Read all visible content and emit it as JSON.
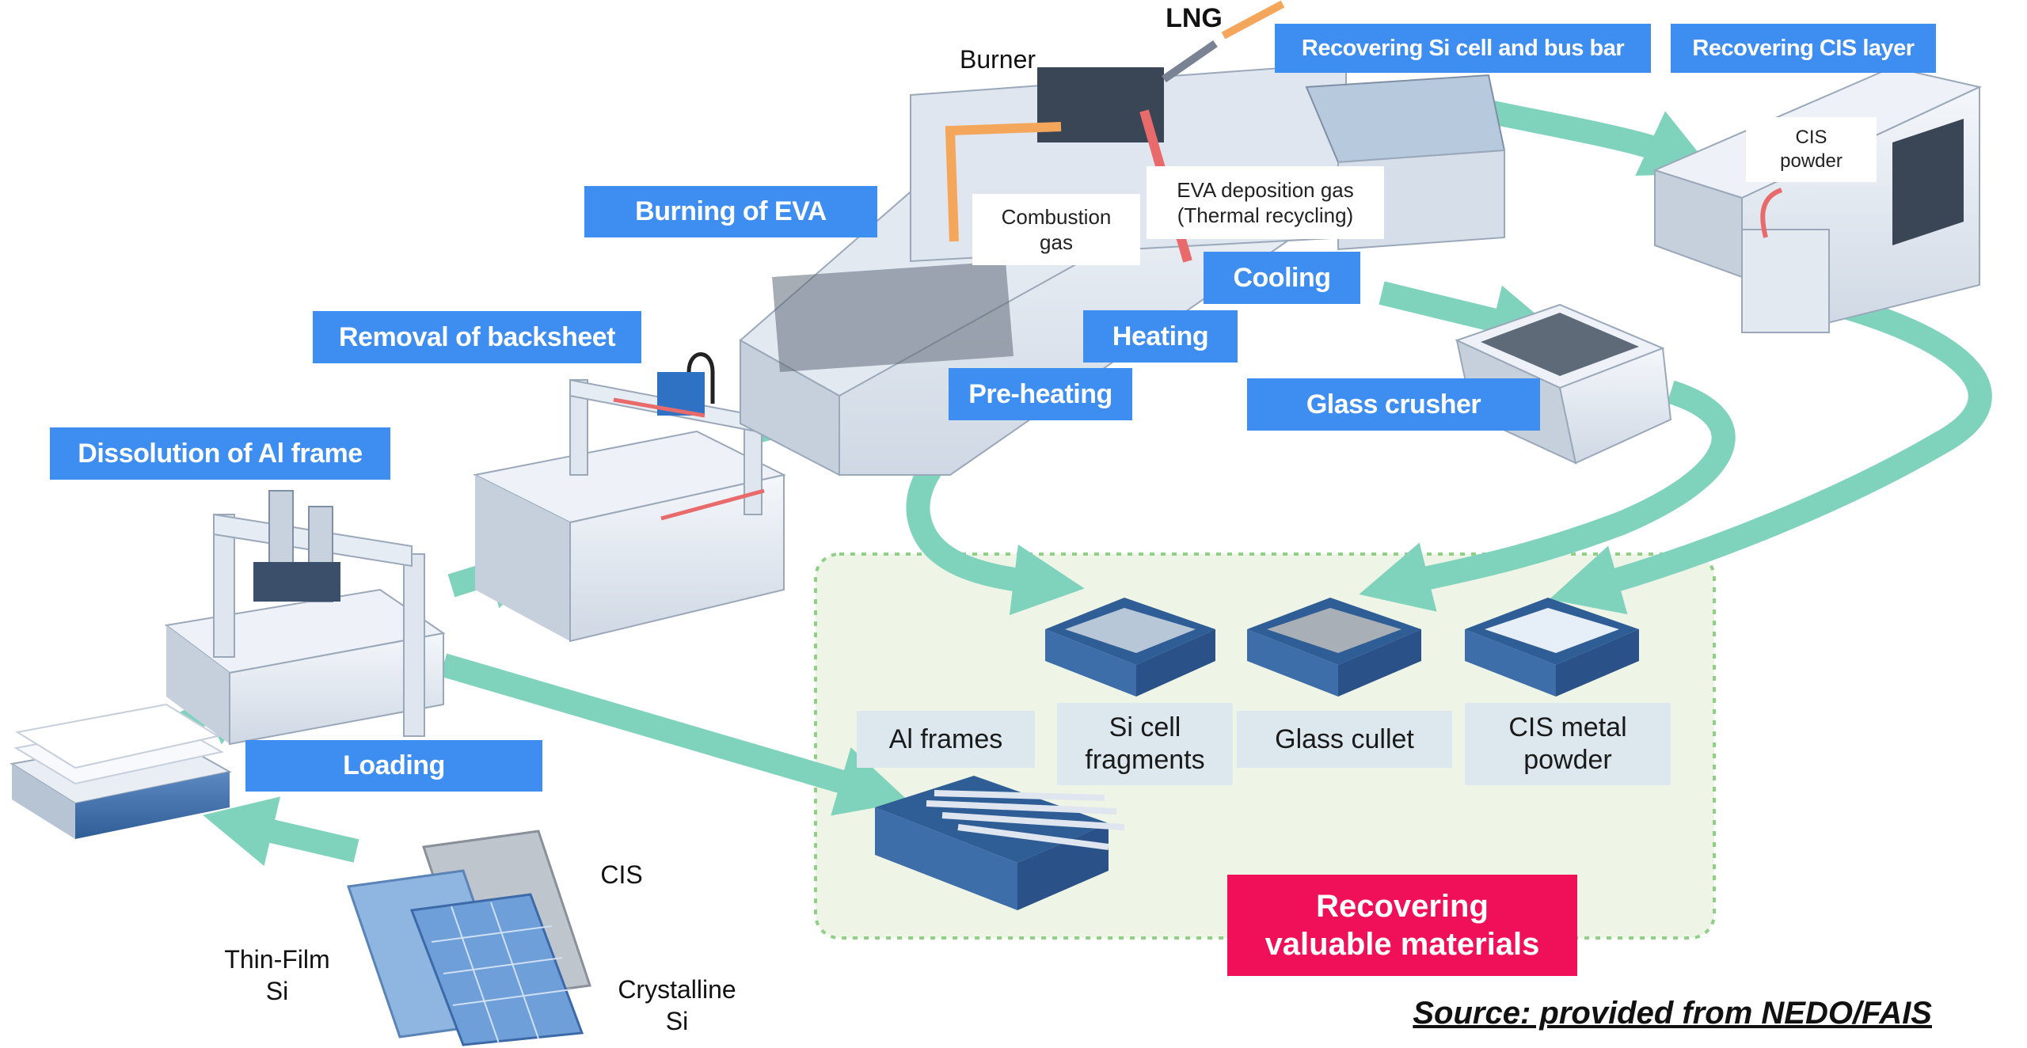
{
  "labels": {
    "lng": "LNG",
    "burner": "Burner",
    "recovering_si": "Recovering Si cell and bus bar",
    "recovering_cis": "Recovering CIS layer",
    "cis_powder": "CIS\npowder",
    "burning_eva": "Burning of EVA",
    "combustion_gas": "Combustion\ngas",
    "eva_deposition": "EVA deposition gas\n(Thermal recycling)",
    "cooling": "Cooling",
    "heating": "Heating",
    "pre_heating": "Pre-heating",
    "glass_crusher": "Glass crusher",
    "removal_backsheet": "Removal of backsheet",
    "dissolution_al": "Dissolution of Al frame",
    "loading": "Loading",
    "al_frames": "Al frames",
    "si_fragments": "Si cell\nfragments",
    "glass_cullet": "Glass cullet",
    "cis_metal_powder": "CIS metal\npowder",
    "recovering_valuable": "Recovering\nvaluable materials",
    "cis": "CIS",
    "thin_film_si": "Thin-Film\nSi",
    "crystalline_si": "Crystalline\nSi",
    "source": "Source: provided from NEDO/FAIS"
  },
  "colors": {
    "label_blue": "#3d8ef0",
    "flow_arrow": "#7fd3bd",
    "recover_zone_fill": "#eef5e6",
    "recover_zone_border": "#8fcf86",
    "accent_pink": "#f0105a",
    "lng_arrow": "#f4a75a",
    "heat_arrow": "#e86a6a",
    "machine_light": "#e9eef5",
    "machine_dark": "#3d6eaa"
  }
}
